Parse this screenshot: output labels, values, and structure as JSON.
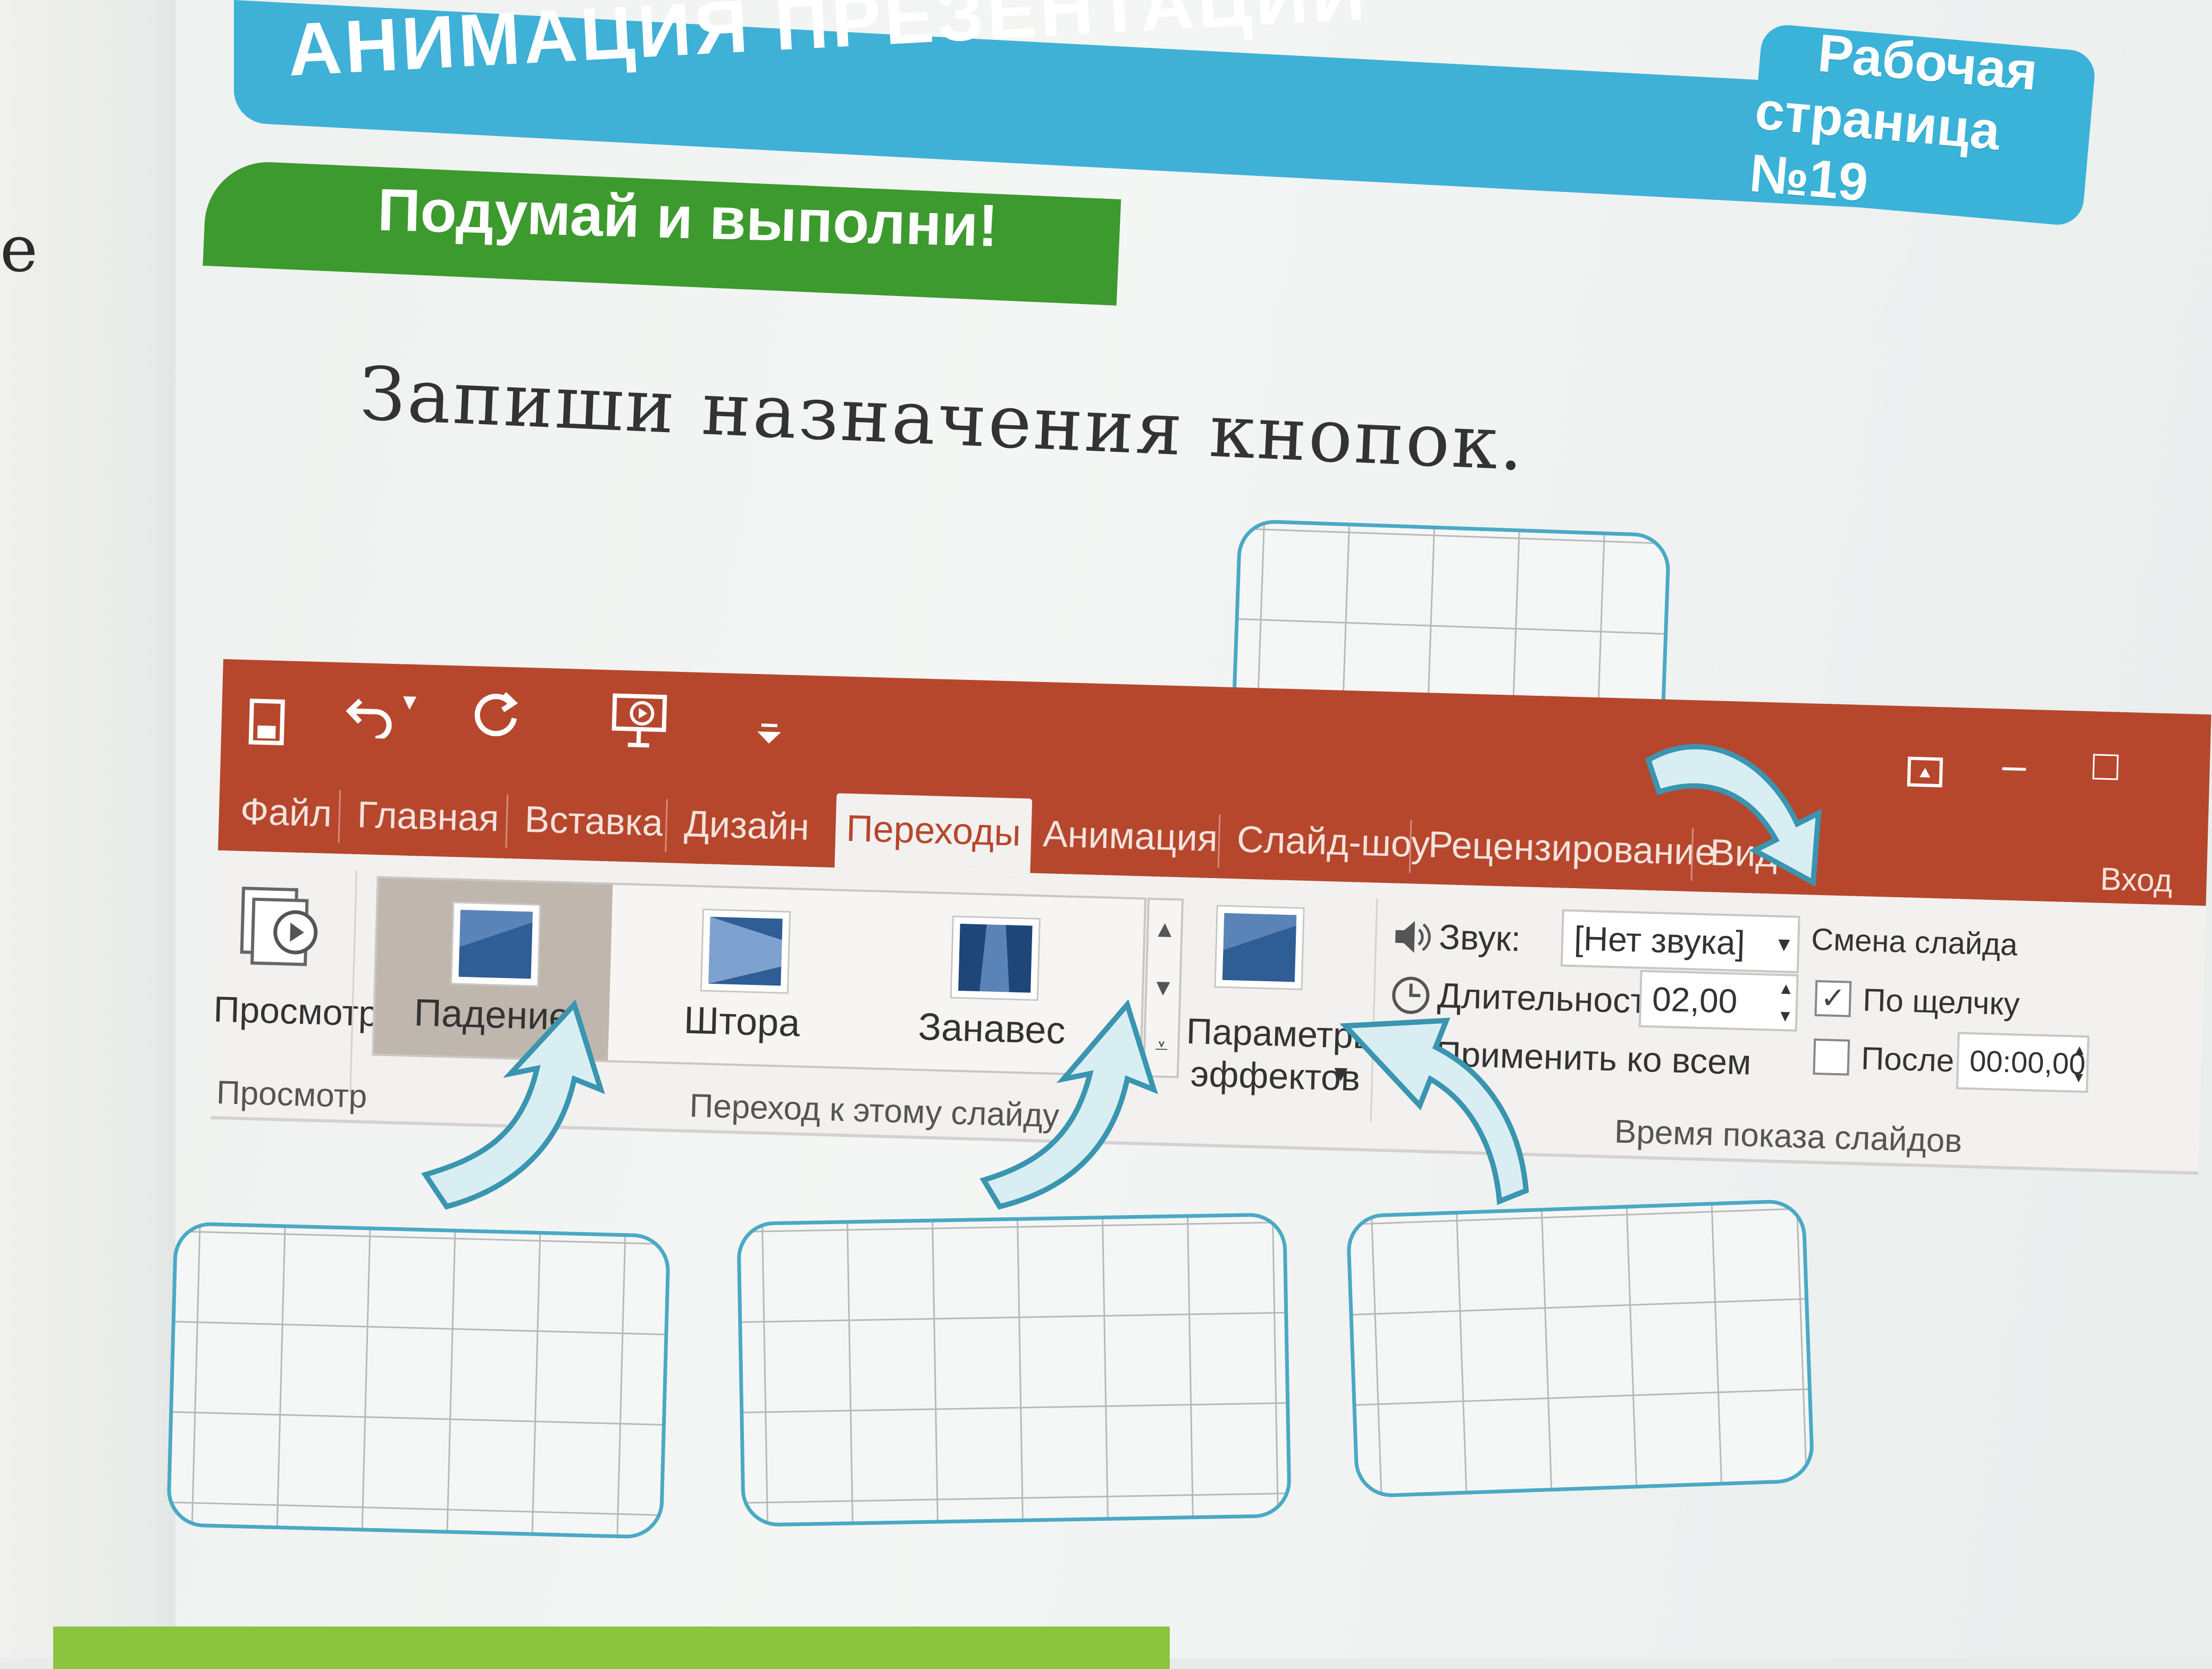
{
  "book": {
    "left_page_fragment": "е",
    "header_banner_text": "АНИМАЦИЯ ПРЕЗЕНТАЦИИ",
    "badge_line1": "Рабочая",
    "badge_line2": "страница №19",
    "green_ribbon_text": "Подумай и выполни!",
    "instruction": "Запиши назначения кнопок."
  },
  "ribbon": {
    "quick_access": {
      "save_icon": "floppy-disk-icon",
      "undo_icon": "undo-arrow-icon",
      "undo_dropdown": "▾",
      "redo_icon": "repeat-arrow-icon",
      "slideshow_icon": "presentation-start-icon",
      "customize_icon": "customize-toolbar-icon"
    },
    "tabs": [
      {
        "label": "Файл"
      },
      {
        "label": "Главная"
      },
      {
        "label": "Вставка"
      },
      {
        "label": "Дизайн"
      },
      {
        "label": "Переходы",
        "active": true
      },
      {
        "label": "Анимация"
      },
      {
        "label": "Слайд-шоу"
      },
      {
        "label": "Рецензирование"
      },
      {
        "label": "Вид"
      }
    ],
    "sign_in": "Вход",
    "window_controls": {
      "restore_icon": "ribbon-display-options-icon",
      "minimize": "–",
      "maximize": "□"
    },
    "preview_group": {
      "button_label": "Просмотр",
      "group_label": "Просмотр"
    },
    "transition_group": {
      "items": [
        {
          "label": "Падение",
          "selected": true
        },
        {
          "label": "Штора"
        },
        {
          "label": "Занавес"
        }
      ],
      "scroll_up": "▲",
      "scroll_down": "▼",
      "more": "⩡",
      "group_label": "Переход к этому слайду"
    },
    "effect_options": {
      "line1": "Параметры",
      "line2": "эффектов",
      "dropdown": "▾"
    },
    "timing_group": {
      "sound_label": "Звук:",
      "sound_value": "[Нет звука]",
      "duration_label": "Длительность:",
      "duration_value": "02,00",
      "apply_all_label": "Применить ко всем",
      "advance_title": "Смена слайда",
      "on_click_label": "По щелчку",
      "on_click_checked": true,
      "after_label": "После:",
      "after_value": "00:00,00",
      "after_checked": false,
      "group_label": "Время показа слайдов"
    }
  },
  "answer_boxes": [
    {
      "id": "top",
      "text": ""
    },
    {
      "id": "left",
      "text": ""
    },
    {
      "id": "middle",
      "text": ""
    },
    {
      "id": "right",
      "text": ""
    }
  ],
  "colors": {
    "ribbon_red": "#b6472d",
    "banner_blue": "#3fb0d6",
    "ribbon_green": "#3d9a2e",
    "box_border": "#4aa9c4"
  }
}
